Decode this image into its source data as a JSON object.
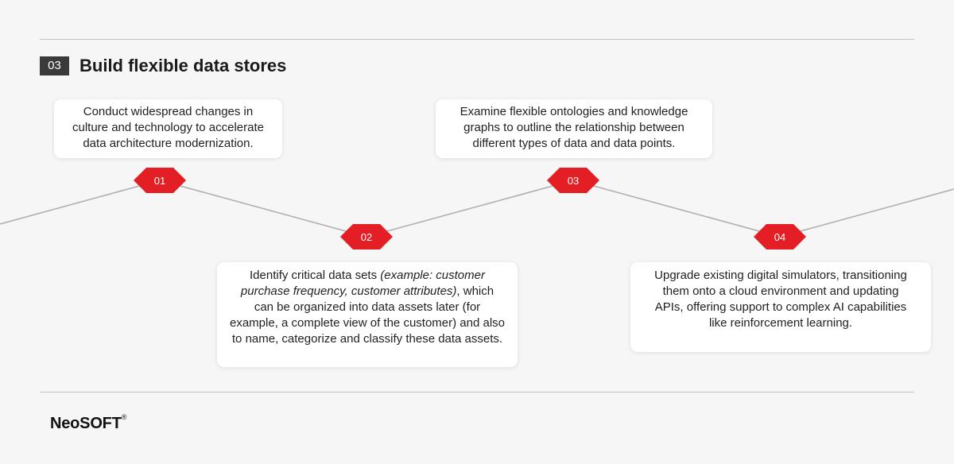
{
  "header": {
    "section_number": "03",
    "title": "Build flexible data stores"
  },
  "steps": [
    {
      "number": "01",
      "text": "Conduct widespread changes in culture and technology to accelerate data architecture modernization."
    },
    {
      "number": "02",
      "text_before": "Identify critical data sets ",
      "text_italic": "(example: customer purchase frequency, customer attributes)",
      "text_after": ", which can be organized into data assets later (for example, a complete view of the customer) and also to name, categorize and classify these data assets."
    },
    {
      "number": "03",
      "text": "Examine flexible ontologies and knowledge graphs to outline the relationship between different types of data and data points."
    },
    {
      "number": "04",
      "text": "Upgrade existing digital simulators, transitioning them onto a cloud environment and updating APIs, offering support to complex AI capabilities like reinforcement learning."
    }
  ],
  "colors": {
    "marker": "#e31e24",
    "line": "#b0b0b0",
    "badge": "#3a3a3a"
  },
  "footer": {
    "logo_text": "NeoSOFT",
    "logo_mark": "®"
  }
}
